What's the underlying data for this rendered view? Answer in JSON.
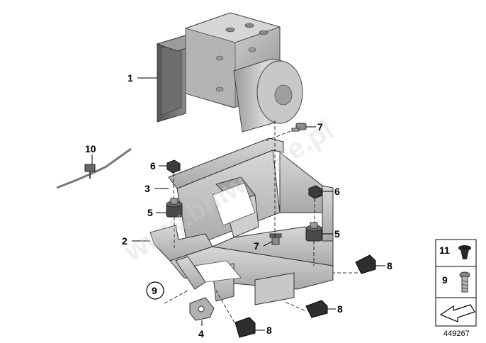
{
  "callouts": [
    {
      "id": "c1",
      "text": "1"
    },
    {
      "id": "c2",
      "text": "2"
    },
    {
      "id": "c3",
      "text": "3"
    },
    {
      "id": "c4",
      "text": "4"
    },
    {
      "id": "c5a",
      "text": "5"
    },
    {
      "id": "c5b",
      "text": "5"
    },
    {
      "id": "c6a",
      "text": "6"
    },
    {
      "id": "c6b",
      "text": "6"
    },
    {
      "id": "c7a",
      "text": "7"
    },
    {
      "id": "c7b",
      "text": "7"
    },
    {
      "id": "c8a",
      "text": "8"
    },
    {
      "id": "c8b",
      "text": "8"
    },
    {
      "id": "c8c",
      "text": "8"
    },
    {
      "id": "c9",
      "text": "9"
    },
    {
      "id": "c10",
      "text": "10"
    }
  ],
  "legend": {
    "item11": "11",
    "item9": "9"
  },
  "diagram_number": "449267",
  "watermark": "www.bmwstore.pl"
}
